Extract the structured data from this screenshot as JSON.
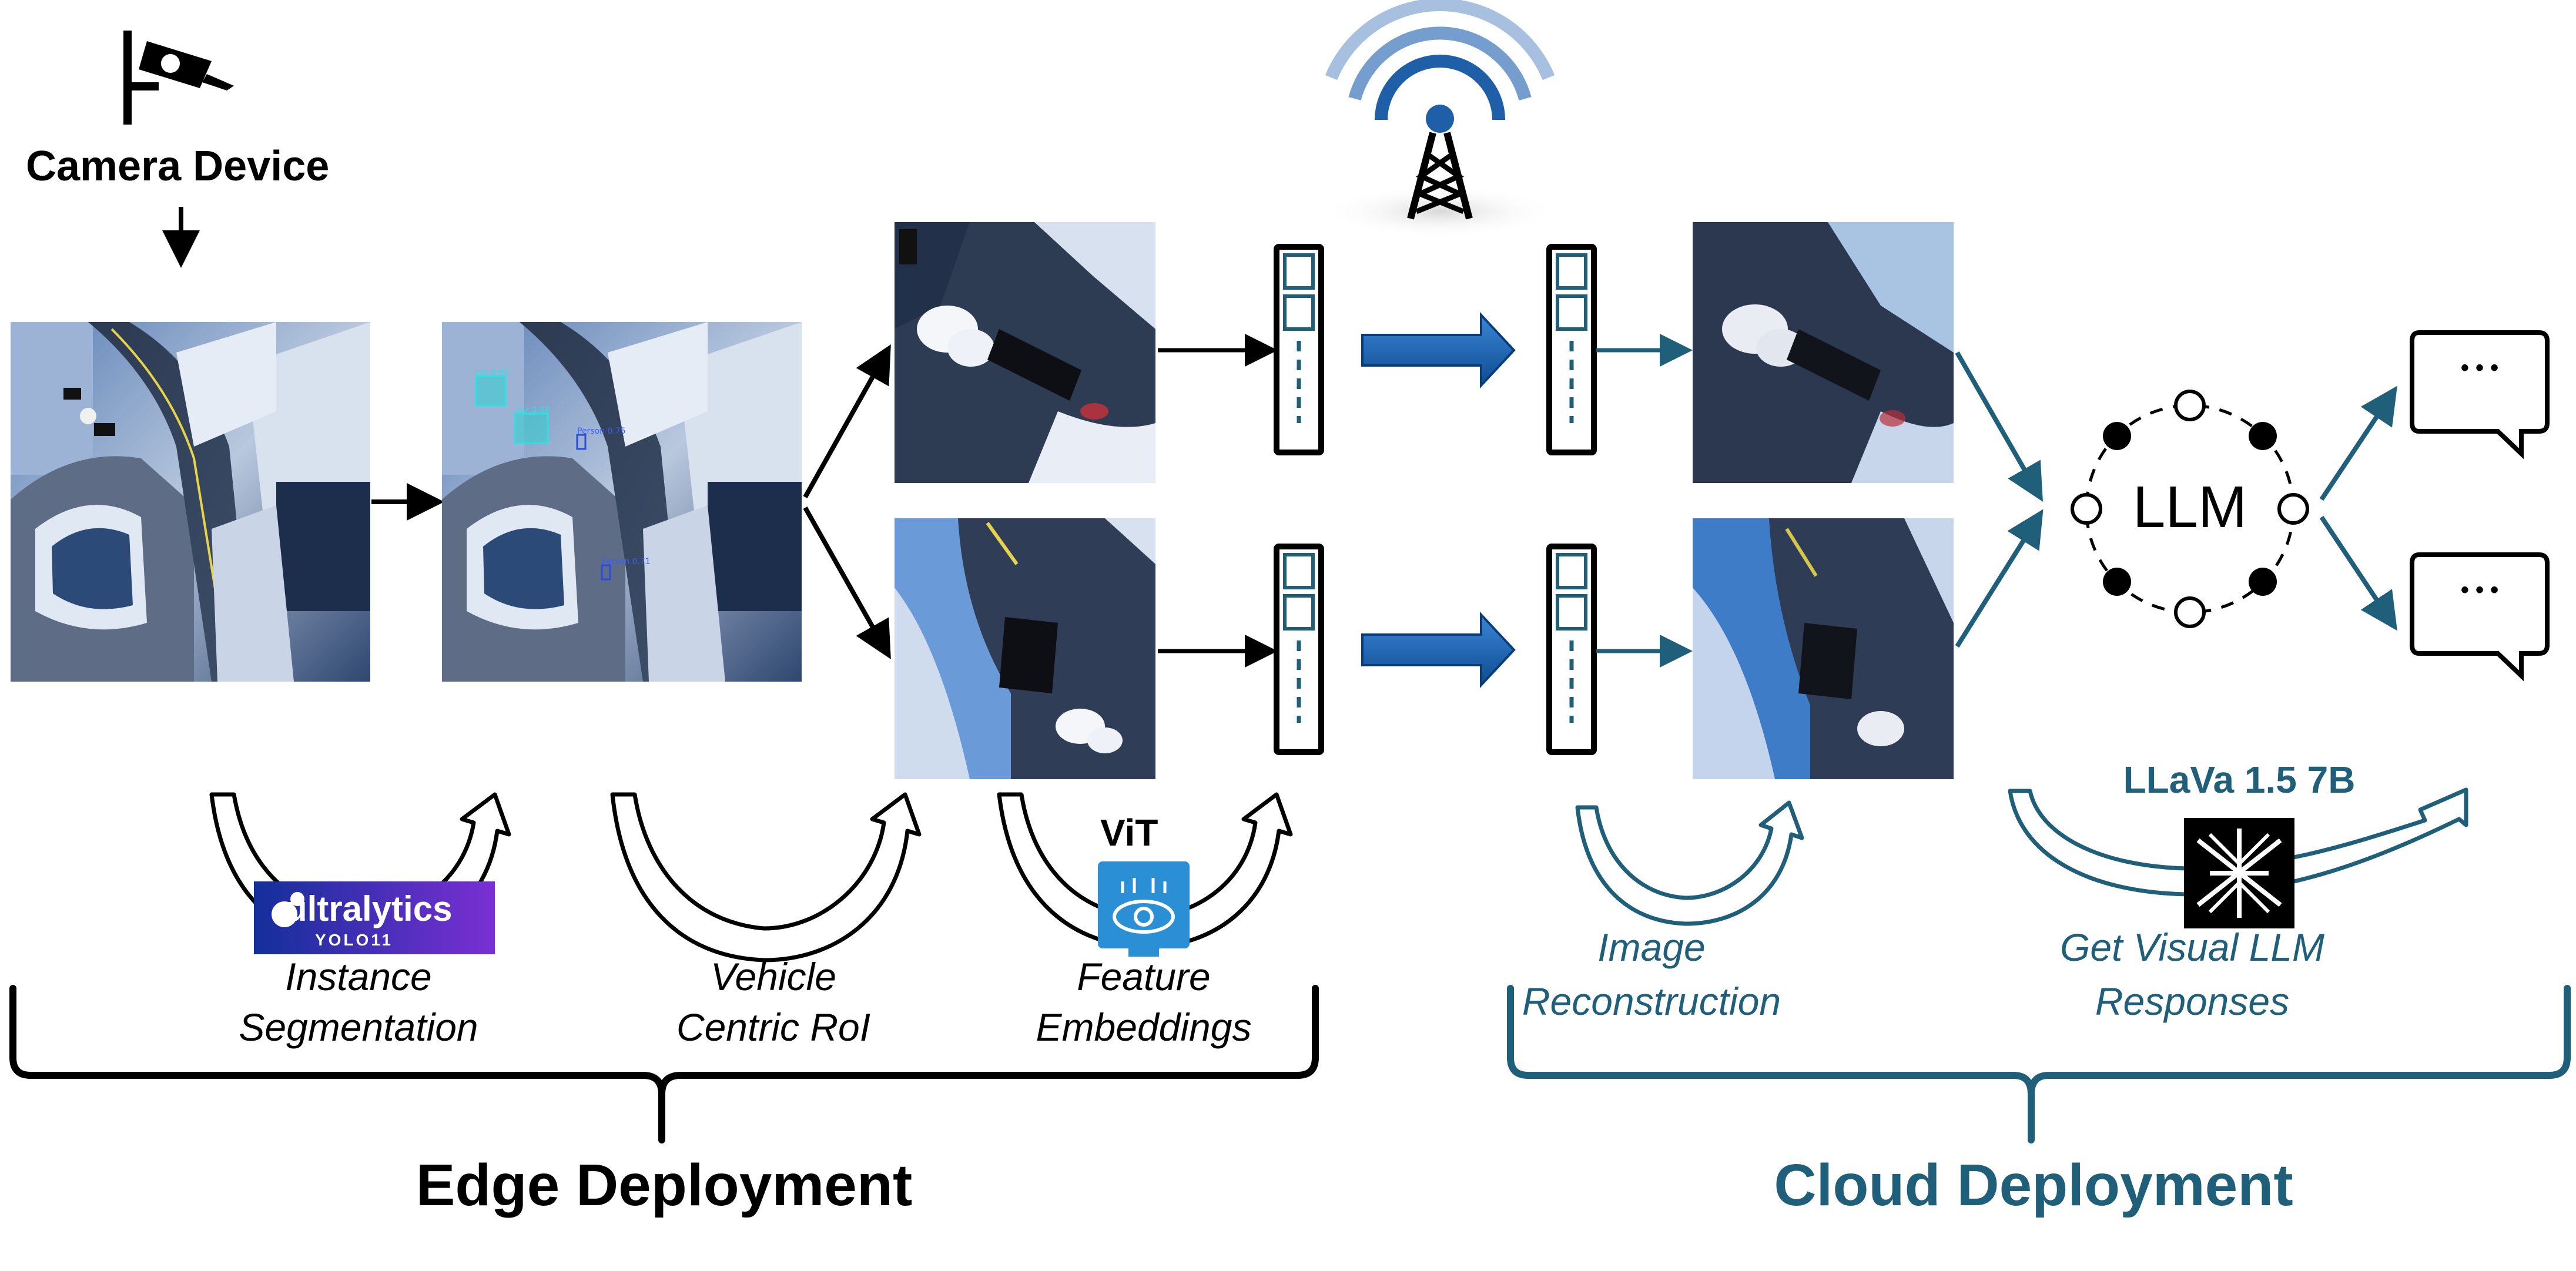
{
  "camera": {
    "label": "Camera Device"
  },
  "edge": {
    "title": "Edge Deployment",
    "steps": [
      {
        "line1": "Instance",
        "line2": "Segmentation",
        "logo_text": "ultralytics",
        "logo_sub": "YOLO11"
      },
      {
        "line1": "Vehicle",
        "line2": "Centric RoI"
      },
      {
        "line1": "Feature",
        "line2": "Embeddings",
        "tag": "ViT"
      }
    ],
    "detections": [
      "car 0.95",
      "car 0.88",
      "Person 0.75",
      "Person 0.71"
    ]
  },
  "cloud": {
    "title": "Cloud Deployment",
    "steps": [
      {
        "line1": "Image",
        "line2": "Reconstruction"
      },
      {
        "line1": "Get Visual LLM",
        "line2": "Responses",
        "tag": "LLaVa 1.5 7B"
      }
    ],
    "llm_label": "LLM",
    "bubble_text": "• • •"
  },
  "colors": {
    "edge": "#000000",
    "cloud": "#1f5f7a",
    "transmit": "#1a5da8"
  }
}
